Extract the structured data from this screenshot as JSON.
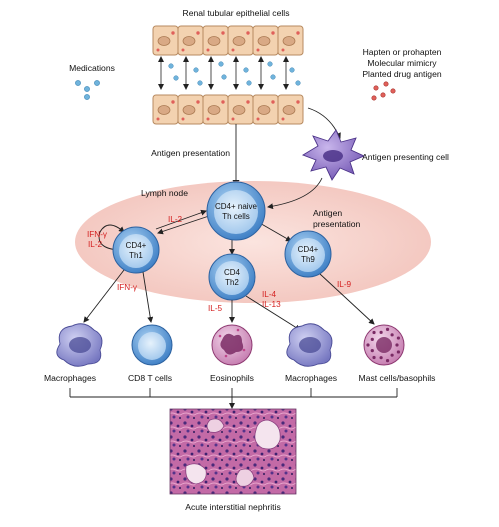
{
  "labels": {
    "top": "Renal tubular epithelial cells",
    "medications": "Medications",
    "hapten1": "Hapten or prohapten",
    "hapten2": "Molecular mimicry",
    "hapten3": "Planted drug antigen",
    "antigen_presentation_left": "Antigen presentation",
    "apc": "Antigen presenting cell",
    "antigen_presentation_right_1": "Antigen",
    "antigen_presentation_right_2": "presentation",
    "lymph_node": "Lymph node",
    "naive_1": "CD4+ naive",
    "naive_2": "Th cells",
    "th1_1": "CD4+",
    "th1_2": "Th1",
    "th2_1": "CD4",
    "th2_2": "Th2",
    "th9_1": "CD4+",
    "th9_2": "Th9",
    "il2_top": "IL-2",
    "ifn_left": "IFN-γ",
    "il2_left": "IL-2",
    "ifn_below": "IFN-γ",
    "il5": "IL-5",
    "il4": "IL-4",
    "il13": "IL-13",
    "il9": "IL-9",
    "macrophages_1": "Macrophages",
    "cd8": "CD8 T cells",
    "eosinophils": "Eosinophils",
    "macrophages_2": "Macrophages",
    "mast": "Mast cells/basophils",
    "bottom": "Acute interstitial nephritis"
  },
  "colors": {
    "epithelial_fill": "#f3d2b0",
    "epithelial_stroke": "#b78a60",
    "drug_dot": "#6fb3dc",
    "hapten_dot": "#e0605a",
    "lymph_node": "#f5cfc8",
    "tcell": "#4f8fd0",
    "macrophage": "#8f8fcf",
    "apc": "#8a6fc2",
    "granulocyte": "#b04a86",
    "cytokine_text": "#d42020",
    "histology": "#b04a8e"
  }
}
